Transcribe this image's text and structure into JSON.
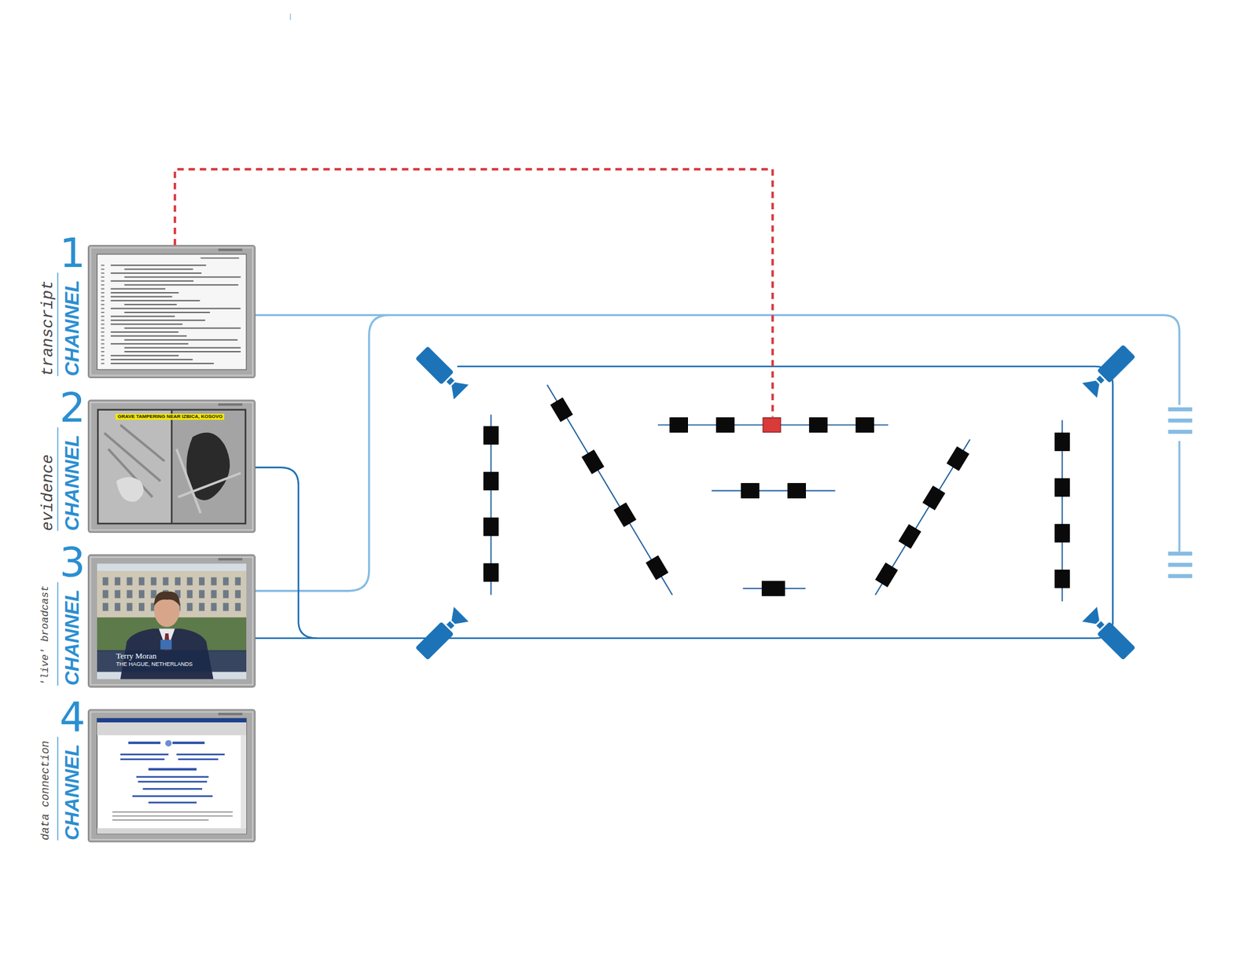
{
  "diagram": {
    "nodes": [
      {
        "text": [
          "transcript",
          "CHANNEL",
          "1"
        ]
      },
      {
        "text": [
          "evidence",
          "CHANNEL",
          "2"
        ]
      },
      {
        "text": [
          "'live' broadcast",
          "CHANNEL",
          "3"
        ]
      },
      {
        "text": [
          "data connection",
          "CHANNEL",
          "4"
        ]
      }
    ],
    "labels": [
      "GRAVE TAMPERING NEAR IZBICA, KOSOVO",
      "Terry Moran",
      "THE HAGUE, NETHERLANDS"
    ]
  }
}
